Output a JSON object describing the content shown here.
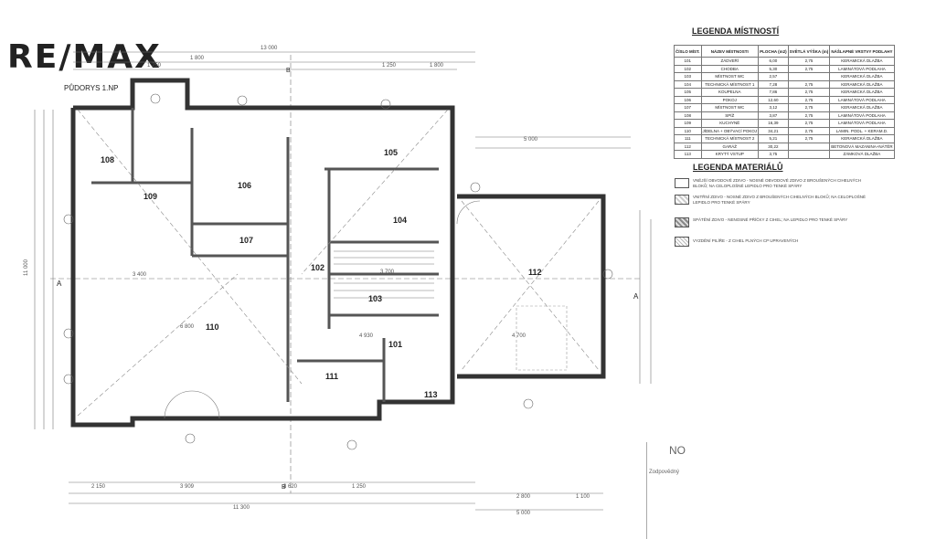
{
  "brand": {
    "logo": "RE/MAX"
  },
  "plan": {
    "title": "PŮDORYS 1.NP",
    "rooms": [
      {
        "id": "r108",
        "label": "108"
      },
      {
        "id": "r109",
        "label": "109"
      },
      {
        "id": "r106",
        "label": "106"
      },
      {
        "id": "r105",
        "label": "105"
      },
      {
        "id": "r104",
        "label": "104"
      },
      {
        "id": "r107",
        "label": "107"
      },
      {
        "id": "r102",
        "label": "102"
      },
      {
        "id": "r103",
        "label": "103"
      },
      {
        "id": "r110",
        "label": "110"
      },
      {
        "id": "r101",
        "label": "101"
      },
      {
        "id": "r111",
        "label": "111"
      },
      {
        "id": "r113",
        "label": "113"
      },
      {
        "id": "r112",
        "label": "112"
      }
    ],
    "dimensions": {
      "top_total": "13 000",
      "top_a": "1 250",
      "top_b": "1 800",
      "top_c": "1 250",
      "top_d": "1 800",
      "right_total": "5 000",
      "left_total": "11 000",
      "bottom_total": "11 300",
      "bottom_right": "5 000",
      "bottom_a": "2 150",
      "bottom_b": "3 909",
      "bottom_c": "3 620",
      "bottom_d": "1 250",
      "bottom_e": "2 800",
      "bottom_f": "1 100",
      "mid_a": "3 400",
      "mid_b": "6 800",
      "mid_c": "4 700",
      "mid_d": "3 700",
      "mid_e": "4 930"
    },
    "markers": {
      "section_a": "A",
      "section_b": "B"
    }
  },
  "legend_rooms": {
    "title": "LEGENDA MÍSTNOSTÍ",
    "headers": [
      "ČÍSLO MÍST.",
      "NÁZEV MÍSTNOSTI",
      "PLOCHA (m2)",
      "SVĚTLÁ VÝŠKA (m)",
      "NÁŠLAPNÉ VRSTVY PODLAHY"
    ],
    "rows": [
      [
        "101",
        "ZÁDVEŘÍ",
        "6,00",
        "2,75",
        "KERAMICKÁ DLAŽBA"
      ],
      [
        "102",
        "CHODBA",
        "5,30",
        "2,75",
        "LAMINÁTOVÁ PODLAHA"
      ],
      [
        "103",
        "MÍSTNOST WC",
        "2,57",
        "",
        "KERAMICKÁ DLAŽBA"
      ],
      [
        "104",
        "TECHNICKÁ MÍSTNOST 1",
        "7,28",
        "2,75",
        "KERAMICKÁ DLAŽBA"
      ],
      [
        "105",
        "KOUPELNA",
        "7,86",
        "2,75",
        "KERAMICKÁ DLAŽBA"
      ],
      [
        "106",
        "POKOJ",
        "12,60",
        "2,75",
        "LAMINÁTOVÁ PODLAHA"
      ],
      [
        "107",
        "MÍSTNOST WC",
        "3,12",
        "2,75",
        "KERAMICKÁ DLAŽBA"
      ],
      [
        "108",
        "SPÍŽ",
        "3,87",
        "2,75",
        "LAMINÁTOVÁ PODLAHA"
      ],
      [
        "109",
        "KUCHYNĚ",
        "16,39",
        "2,75",
        "LAMINÁTOVÁ PODLAHA"
      ],
      [
        "110",
        "JÍDELNA + OBÝVACÍ POKOJ",
        "34,21",
        "2,75",
        "LAMIN. PODL. + KERAM.D."
      ],
      [
        "111",
        "TECHNICKÁ MÍSTNOST 2",
        "5,21",
        "2,75",
        "KERAMICKÁ DLAŽBA"
      ],
      [
        "112",
        "GARÁŽ",
        "30,22",
        "",
        "BETONOVÁ MAZANINA+NÁTĚR"
      ],
      [
        "113",
        "KRYTÝ VSTUP",
        "3,75",
        "",
        "ZÁMKOVÁ DLAŽBA"
      ]
    ]
  },
  "legend_materials": {
    "title": "LEGENDA MATERIÁLŮ",
    "items": [
      {
        "text": "VNĚJŠÍ OBVODOVÉ ZDIVO - NOSNÉ OBVODOVÉ ZDIVO Z BROUŠENÝCH CIHELNÝCH BLOKŮ; NA CELOPLOŠNÉ LEPIDLO PRO TENKÉ SPÁRY",
        "style": "plain"
      },
      {
        "text": "VNITŘNÍ ZDIVO - NOSNÉ ZDIVO Z BROUŠENÝCH CIHELNÝCH BLOKŮ; NA CELOPLOŠNÉ LEPIDLO PRO TENKÉ SPÁRY",
        "style": "hatch"
      },
      {
        "text": "SPÁTĚNÍ ZDIVO - NENOSNÉ PŘÍČKY Z CIHEL; NA LEPIDLO PRO TENKÉ SPÁRY",
        "style": "hatch-dark"
      },
      {
        "text": "VYZDĚNÍ PILÍŘE - Z CIHEL PLNÝCH CP UPRAVENÝCH",
        "style": "hatch-light"
      }
    ]
  },
  "title_block": {
    "label1": "NO",
    "label2": "Zodpovědný"
  }
}
